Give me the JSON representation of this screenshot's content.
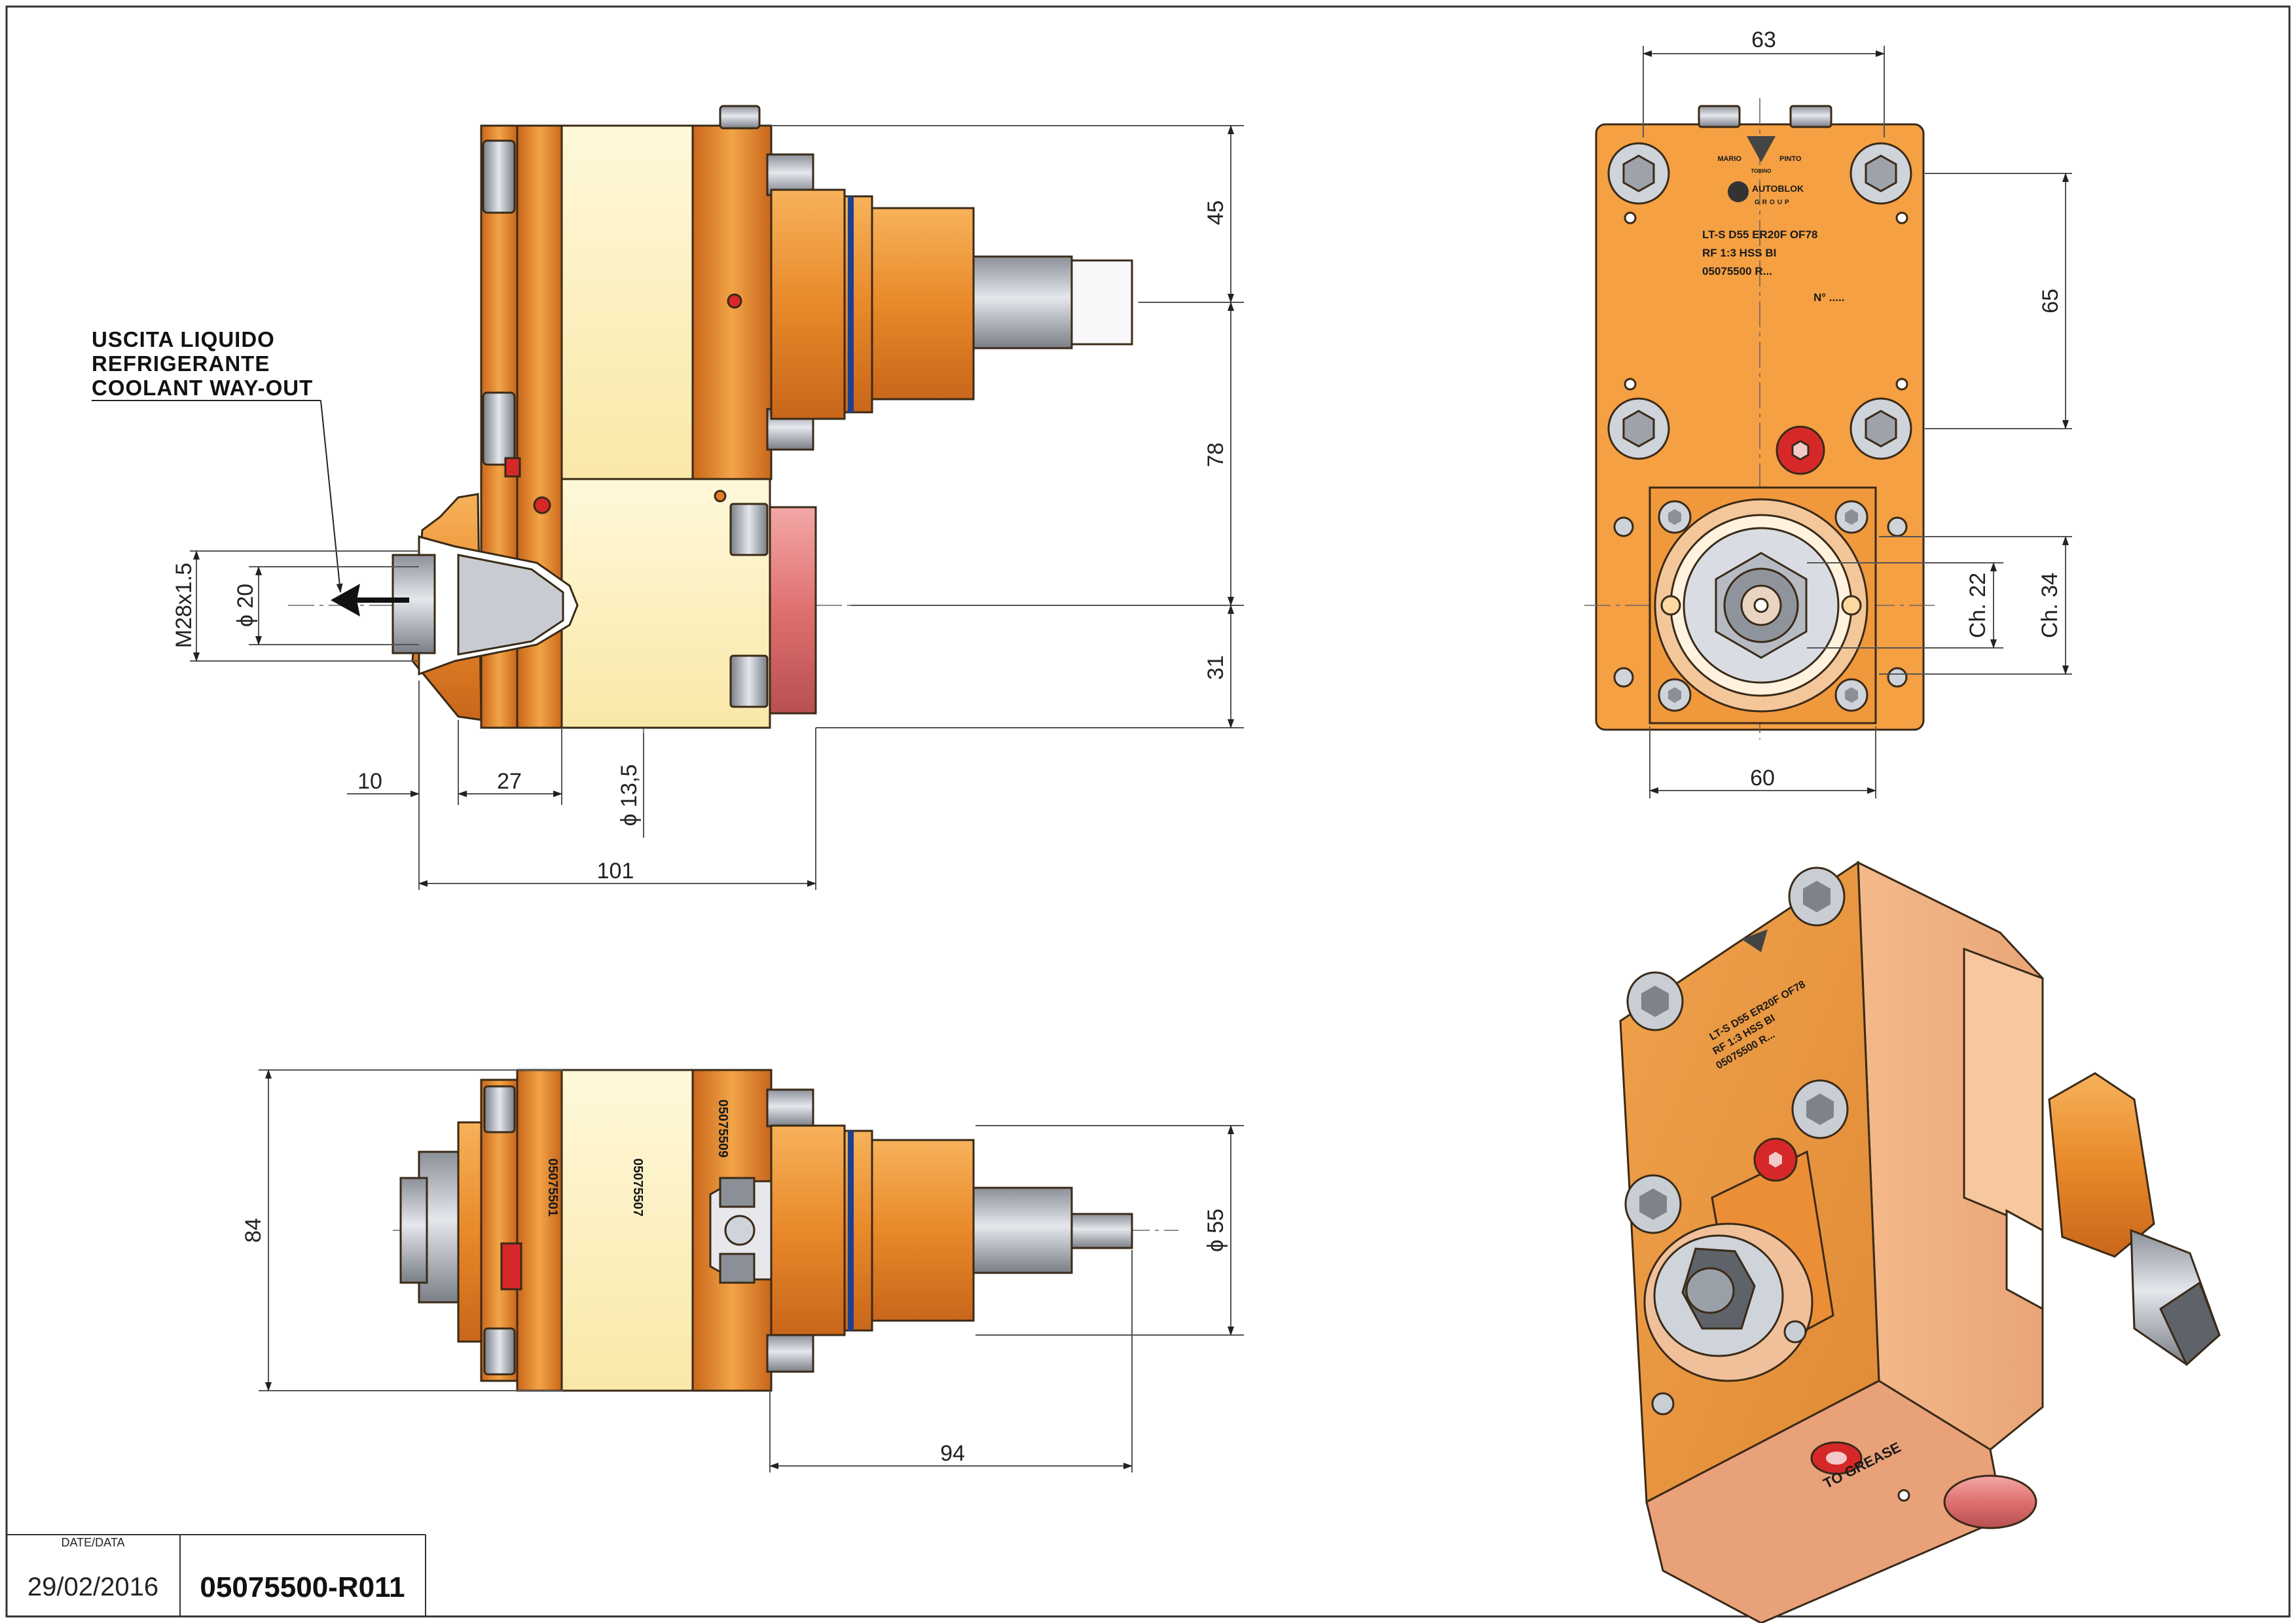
{
  "title_block": {
    "date_label": "DATE/DATA",
    "date": "29/02/2016",
    "code": "05075500-R011"
  },
  "note": {
    "line1": "USCITA LIQUIDO",
    "line2": "REFRIGERANTE",
    "line3": "COOLANT WAY-OUT"
  },
  "side_view": {
    "dim_45": "45",
    "dim_78": "78",
    "dim_31": "31",
    "dim_10": "10",
    "dim_27": "27",
    "dim_101": "101",
    "dim_d13_5": "ϕ 13,5",
    "dim_d20": "ϕ 20",
    "dim_m28": "M28x1.5"
  },
  "front_view": {
    "dim_63": "63",
    "dim_65": "65",
    "dim_60": "60",
    "dim_ch22": "Ch. 22",
    "dim_ch34": "Ch. 34",
    "brand_1": "MARIO",
    "brand_2": "PINTO",
    "brand_3": "TORINO",
    "brand_4": "AUTOBLOK",
    "brand_5": "GROUP",
    "label_1": "LT-S D55 ER20F OF78",
    "label_2": "RF 1:3 HSS BI",
    "label_3": "05075500 R...",
    "label_4": "N° ....."
  },
  "top_view": {
    "dim_84": "84",
    "dim_d55": "ϕ 55",
    "dim_94": "94",
    "part_1": "05075501",
    "part_2": "05075507",
    "part_3": "05075509"
  },
  "iso_view": {
    "grease_label": "TO GREASE",
    "label_1": "LT-S D55 ER20F OF78",
    "label_2": "RF 1:3 HSS BI",
    "label_3": "05075500 R..."
  },
  "colors": {
    "orange": "#f5a043",
    "dark_orange": "#e07d22",
    "cream": "#fff4c8",
    "steel": "#b8bcc4",
    "pink": "#e87878",
    "red": "#d62828",
    "blue": "#1f3f8f"
  }
}
